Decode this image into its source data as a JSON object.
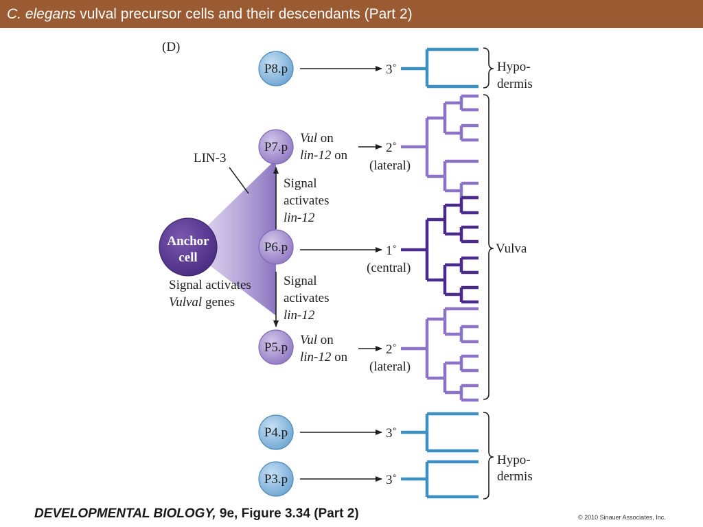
{
  "header": {
    "title_italic": "C. elegans",
    "title_rest": " vulval precursor cells and their descendants (Part 2)"
  },
  "figure": {
    "panel_letter": "(D)",
    "cells": {
      "p8": "P8.p",
      "p7": "P7.p",
      "p6": "P6.p",
      "p5": "P5.p",
      "p4": "P4.p",
      "p3": "P3.p"
    },
    "anchor_cell": {
      "line1": "Anchor",
      "line2": "cell"
    },
    "lin3_label": "LIN-3",
    "signal_anchor": {
      "line1": "Signal activates",
      "line2_italic": "Vulval",
      "line2_rest": " genes"
    },
    "signal_up": {
      "line1": "Signal",
      "line2": "activates",
      "line3_italic": "lin-12"
    },
    "signal_down": {
      "line1": "Signal",
      "line2": "activates",
      "line3_italic": "lin-12"
    },
    "p7_notes": {
      "vul_italic": "Vul",
      "vul_rest": " on",
      "lin_italic": "lin-12",
      "lin_rest": " on"
    },
    "p5_notes": {
      "vul_italic": "Vul",
      "vul_rest": " on",
      "lin_italic": "lin-12",
      "lin_rest": " on"
    },
    "fates": {
      "p8": {
        "fate": "3˚"
      },
      "p7": {
        "fate": "2˚",
        "sub": "(lateral)"
      },
      "p6": {
        "fate": "1˚",
        "sub": "(central)"
      },
      "p5": {
        "fate": "2˚",
        "sub": "(lateral)"
      },
      "p4": {
        "fate": "3˚"
      },
      "p3": {
        "fate": "3˚"
      }
    },
    "brackets": {
      "hypo_top": {
        "line1": "Hypo-",
        "line2": "dermis"
      },
      "vulva": "Vulva",
      "hypo_bottom": {
        "line1": "Hypo-",
        "line2": "dermis"
      }
    },
    "colors": {
      "hypodermis_blue": "#3d8fc0",
      "cell_blue_fill": "#9ec8e8",
      "cell_purple_fill": "#b6a6d8",
      "anchor_fill": "#5e3d94",
      "secondary_lineage": "#8d73c6",
      "primary_lineage": "#4a2a8a"
    }
  },
  "footer": {
    "book_italic": "DEVELOPMENTAL BIOLOGY,",
    "book_rest": " 9e, Figure 3.34 (Part 2)",
    "copyright": "© 2010 Sinauer Associates, Inc."
  }
}
